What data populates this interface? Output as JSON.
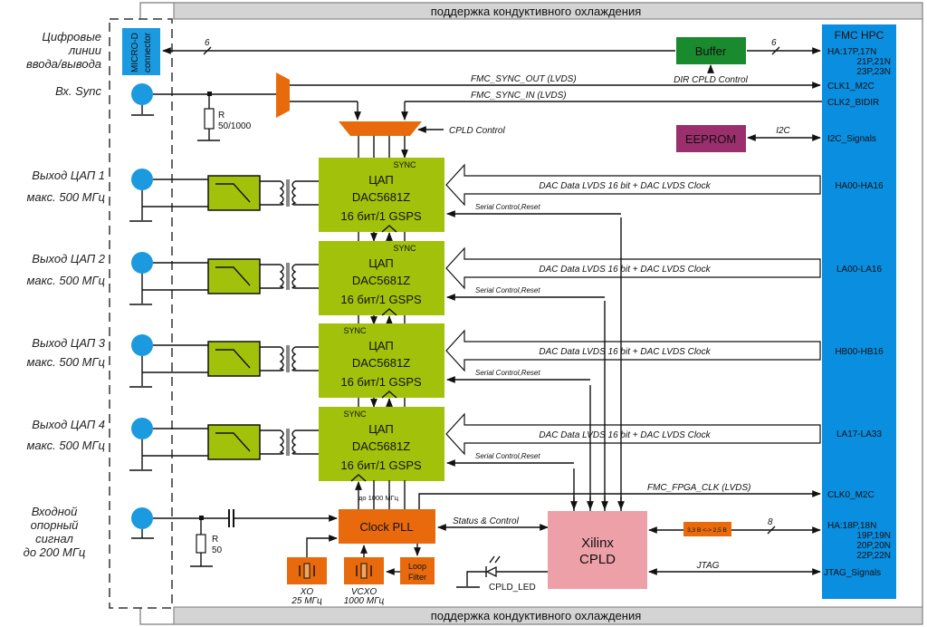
{
  "cooling_bar": {
    "text": "поддержка кондуктивного охлаждения"
  },
  "left_labels": {
    "digital_io": [
      "Цифровые",
      "линии",
      "ввода/вывода"
    ],
    "sync_in": "Вх. Sync",
    "dac_outputs": [
      [
        "Выход ЦАП 1",
        "макс. 500 МГц"
      ],
      [
        "Выход ЦАП 2",
        "макс. 500 МГц"
      ],
      [
        "Выход ЦАП 3",
        "макс. 500 МГц"
      ],
      [
        "Выход ЦАП 4",
        "макс. 500 МГц"
      ]
    ],
    "ref_in": [
      "Входной",
      "опорный",
      "сигнал",
      "до 200 МГц"
    ]
  },
  "connector": {
    "line1": "MICRO-D",
    "line2": "connector"
  },
  "bus_width": {
    "io": "6",
    "buffer_out": "6",
    "cpld_io": "8"
  },
  "buffer": {
    "label": "Buffer",
    "dir_control": "DIR CPLD Control",
    "color": "#1a8a2e"
  },
  "eeprom": {
    "label": "EEPROM",
    "bus": "I2C",
    "color": "#9b2f6e"
  },
  "sync_resistor": {
    "name": "R",
    "value": "50/1000"
  },
  "ref_resistor": {
    "name": "R",
    "value": "50"
  },
  "signals": {
    "sync_out": "FMC_SYNC_OUT (LVDS)",
    "sync_in": "FMC_SYNC_IN (LVDS)",
    "cpld_control": "CPLD Control",
    "fpga_clk": "FMC_FPGA_CLK (LVDS)",
    "status_control": "Status & Control",
    "jtag": "JTAG",
    "pll_freq": "до 1000 МГц"
  },
  "dacs": [
    {
      "title": "ЦАП",
      "part": "DAC5681Z",
      "spec": "16 бит/1 GSPS",
      "sync": "SYNC",
      "data": "DAC Data LVDS 16 bit + DAC LVDS Clock",
      "serial": "Serial Control,Reset",
      "fmc": "HA00-HA16"
    },
    {
      "title": "ЦАП",
      "part": "DAC5681Z",
      "spec": "16 бит/1 GSPS",
      "sync": "SYNC",
      "data": "DAC Data LVDS 16 bit + DAC LVDS Clock",
      "serial": "Serial Control,Reset",
      "fmc": "LA00-LA16"
    },
    {
      "title": "ЦАП",
      "part": "DAC5681Z",
      "spec": "16 бит/1 GSPS",
      "sync": "SYNC",
      "data": "DAC Data LVDS 16 bit + DAC LVDS Clock",
      "serial": "Serial Control,Reset",
      "fmc": "HB00-HB16"
    },
    {
      "title": "ЦАП",
      "part": "DAC5681Z",
      "spec": "16 бит/1 GSPS",
      "sync": "SYNC",
      "data": "DAC Data LVDS 16 bit + DAC LVDS Clock",
      "serial": "Serial Control,Reset",
      "fmc": "LA17-LA33"
    }
  ],
  "pll": {
    "label": "Clock PLL",
    "loop_filter": [
      "Loop",
      "Filter"
    ]
  },
  "oscillators": {
    "xo": {
      "name": "XO",
      "freq": "25 МГц"
    },
    "vcxo": {
      "name": "VCXO",
      "freq": "1000 МГц"
    }
  },
  "cpld": {
    "line1": "Xilinx",
    "line2": "CPLD",
    "led": "CPLD_LED",
    "level_shifter": "3,3 В <-> 2,5 В"
  },
  "fmc": {
    "title": "FMC  HPC",
    "ha_top": [
      "HA:17P,17N",
      "21P,21N",
      "23P,23N"
    ],
    "clk1": "CLK1_M2C",
    "clk2": "CLK2_BIDIR",
    "i2c": "I2C_Signals",
    "clk0": "CLK0_M2C",
    "ha_bottom": [
      "HA:18P,18N",
      "19P,19N",
      "20P,20N",
      "22P,22N"
    ],
    "jtag": "JTAG_Signals"
  },
  "colors": {
    "fmc_blue": "#0a8ee0",
    "connector_blue": "#1b9ae0",
    "dac_green": "#a2c10a",
    "orange": "#e86a0c",
    "cpld_pink": "#eda0a8",
    "cooling_gray": "#d4d4d4"
  }
}
